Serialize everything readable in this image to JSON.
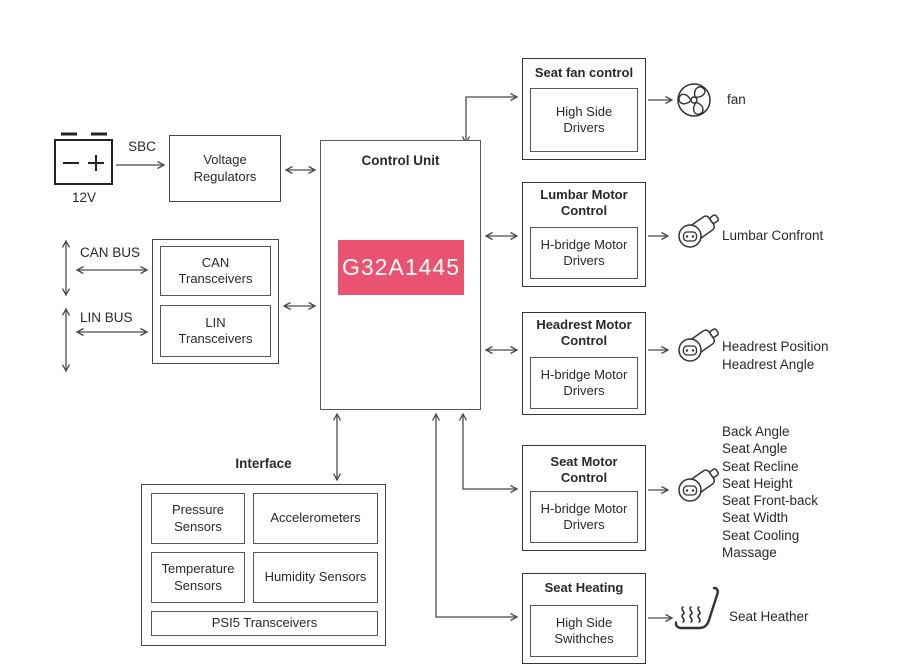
{
  "colors": {
    "accent": "#e9536f",
    "line": "#4a4a4a",
    "ink": "#2a2a2a"
  },
  "power": {
    "battery_voltage": "12V",
    "sbc_label": "SBC",
    "regulator_label": "Voltage Regulators"
  },
  "buses": {
    "can_label": "CAN BUS",
    "lin_label": "LIN BUS",
    "can_transceivers": "CAN Transceivers",
    "lin_transceivers": "LIN Transceivers"
  },
  "control_unit": {
    "title": "Control Unit",
    "chip": "G32A1445"
  },
  "interface": {
    "title": "Interface",
    "pressure": "Pressure Sensors",
    "accelerometers": "Accelerometers",
    "temperature": "Temperature Sensors",
    "humidity": "Humidity Sensors",
    "psi5": "PSI5 Transceivers"
  },
  "outputs": [
    {
      "title": "Seat fan control",
      "driver": "High Side Drivers",
      "icon": "fan-icon",
      "targets": [
        "fan"
      ]
    },
    {
      "title": "Lumbar Motor Control",
      "driver": "H-bridge Motor Drivers",
      "icon": "motor-icon",
      "targets": [
        "Lumbar Confront"
      ]
    },
    {
      "title": "Headrest Motor Control",
      "driver": "H-bridge Motor Drivers",
      "icon": "motor-icon",
      "targets": [
        "Headrest Position",
        "Headrest Angle"
      ]
    },
    {
      "title": "Seat Motor Control",
      "driver": "H-bridge Motor Drivers",
      "icon": "motor-icon",
      "targets": [
        "Back Angle",
        "Seat Angle",
        "Seat Recline",
        "Seat Height",
        "Seat Front-back",
        "Seat Width",
        "Seat Cooling",
        "Massage"
      ]
    },
    {
      "title": "Seat Heating",
      "driver": "High Side Swithches",
      "icon": "seat-heater-icon",
      "targets": [
        "Seat Heather"
      ]
    }
  ],
  "icons": [
    "battery-icon",
    "fan-icon",
    "motor-icon",
    "seat-heater-icon"
  ]
}
